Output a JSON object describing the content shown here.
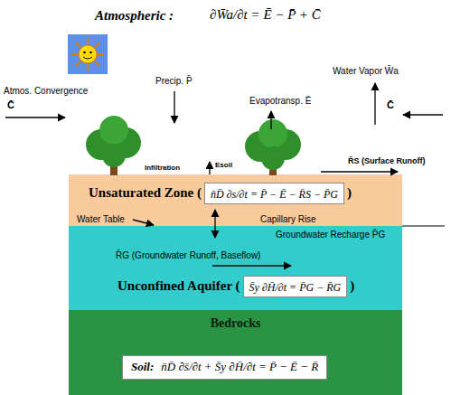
{
  "diagram": {
    "nodes": [
      {
        "text": [
          "Unsaturated Zone (",
          ")",
          "Water Table",
          "Capillary Rise"
        ]
      },
      {
        "text": [
          "n̄D̄ ∂s/∂t = P̄ − Ē − R̄S − P̄G"
        ],
        "in": 0
      },
      {
        "text": [
          "Unconfined Aquifer (",
          ")",
          "Groundwater Recharge P̄G",
          "R̄G (Groundwater Runoff, Baseflow)"
        ]
      },
      {
        "text": [
          "S̄y ∂H̄/∂t = P̄G − R̄G"
        ],
        "in": 2
      },
      {
        "text": [
          "Bedrocks"
        ]
      },
      {
        "text": [
          "Soil:",
          "n̄D̄ ∂s̄/∂t + S̄y ∂H̄/∂t = P̄ − Ē − R̄"
        ],
        "in": 4
      }
    ],
    "labels": [
      "Atmospheric :",
      "∂W̄a/∂t = Ē − P̄ + C̄",
      "Precip. P̄",
      "Water Vapor W̄a",
      "Atmos. Convergence",
      "C̄",
      "Evapotransp. Ē",
      "C̄",
      "Infiltration",
      "Esoil",
      "R̄S (Surface Runoff)"
    ]
  }
}
